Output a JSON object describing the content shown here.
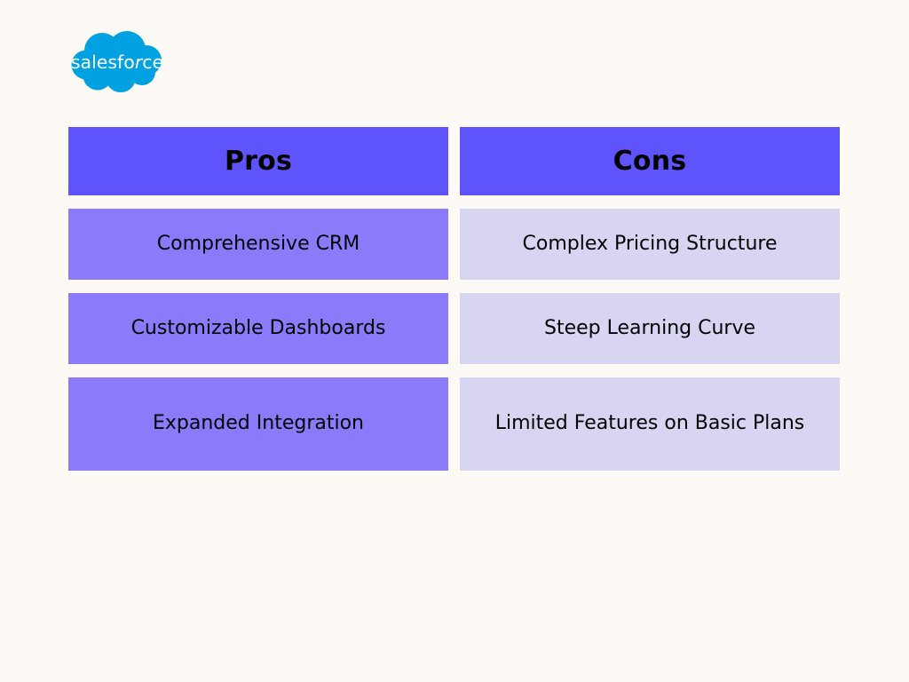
{
  "brand": {
    "name": "salesforce",
    "logo_icon": "salesforce-cloud-icon",
    "logo_color": "#00A1E0",
    "wordmark_color": "#FFFFFF"
  },
  "theme": {
    "background": "#FDF9F4",
    "header_bg": "#5F54FB",
    "pros_cell_bg": "#8B7BFB",
    "cons_cell_bg": "#D8D5F3",
    "text_color": "#000000"
  },
  "table": {
    "headers": {
      "pros": "Pros",
      "cons": "Cons"
    },
    "rows": [
      {
        "pros": "Comprehensive CRM",
        "cons": "Complex Pricing Structure"
      },
      {
        "pros": "Customizable Dashboards",
        "cons": "Steep Learning Curve"
      },
      {
        "pros": "Expanded Integration",
        "cons": "Limited Features on Basic Plans"
      }
    ]
  }
}
